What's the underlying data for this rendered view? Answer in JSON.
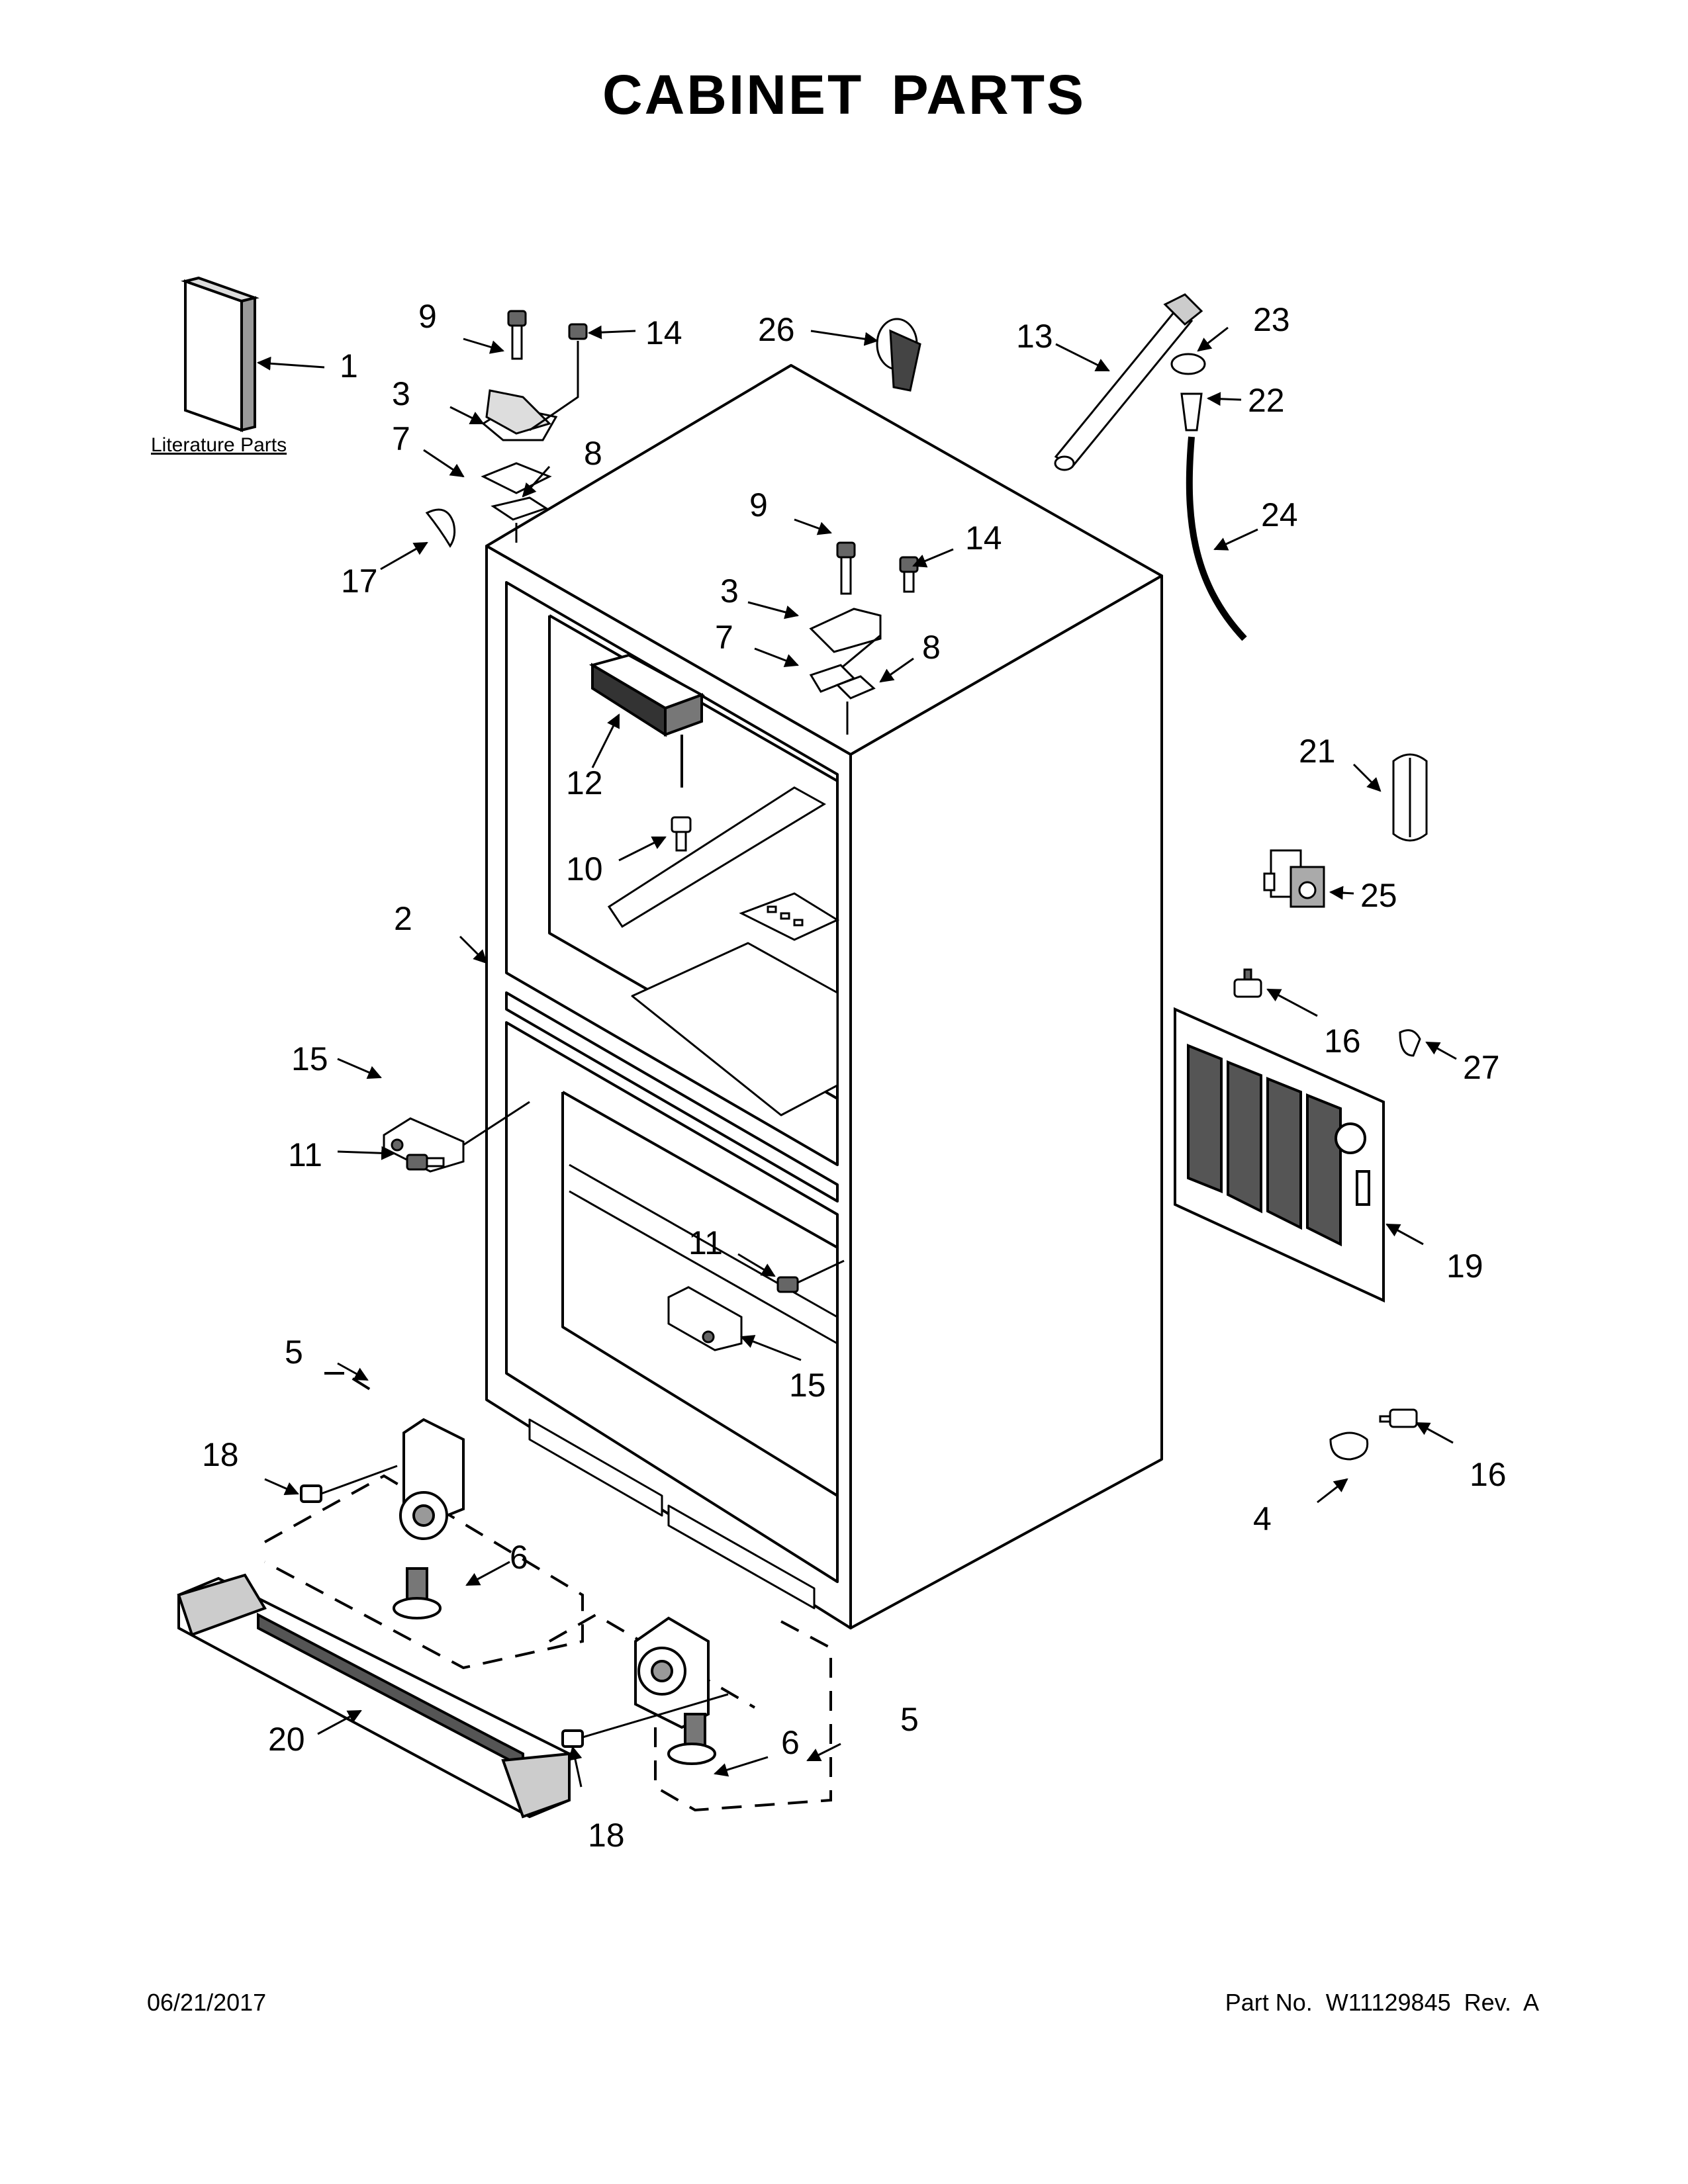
{
  "page": {
    "title": "CABINET PARTS",
    "date": "06/21/2017",
    "part_number_line": "Part No.  W11129845  Rev.  A"
  },
  "literature": {
    "label": "Literature Parts"
  },
  "callouts": {
    "c1": "1",
    "c2": "2",
    "c3a": "3",
    "c3b": "3",
    "c4": "4",
    "c5a": "5",
    "c5b": "5",
    "c6a": "6",
    "c6b": "6",
    "c7a": "7",
    "c7b": "7",
    "c8a": "8",
    "c8b": "8",
    "c9a": "9",
    "c9b": "9",
    "c10": "10",
    "c11a": "11",
    "c11b": "11",
    "c12": "12",
    "c13": "13",
    "c14a": "14",
    "c14b": "14",
    "c15a": "15",
    "c15b": "15",
    "c16a": "16",
    "c16b": "16",
    "c17": "17",
    "c18a": "18",
    "c18b": "18",
    "c19": "19",
    "c20": "20",
    "c21": "21",
    "c22": "22",
    "c23": "23",
    "c24": "24",
    "c25": "25",
    "c26": "26",
    "c27": "27"
  }
}
